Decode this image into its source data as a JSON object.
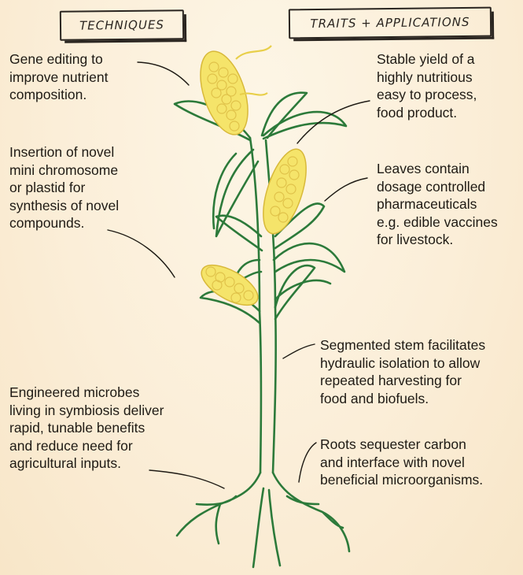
{
  "headers": {
    "techniques": "TECHNIQUES",
    "traits": "TRAITS + APPLICATIONS"
  },
  "annotations": {
    "gene_editing": "Gene editing to\nimprove nutrient\ncomposition.",
    "mini_chromosome": "Insertion of novel\nmini chromosome\nor plastid for\nsynthesis of novel\ncompounds.",
    "microbes": "Engineered microbes\nliving in symbiosis deliver\nrapid, tunable benefits\nand reduce need for\nagricultural inputs.",
    "stable_yield": "Stable yield of a\nhighly nutritious\neasy to process,\nfood product.",
    "leaves": "Leaves contain\ndosage controlled\npharmaceuticals\ne.g. edible vaccines\nfor livestock.",
    "stem": "Segmented stem facilitates\nhydraulic isolation to allow\nrepeated harvesting for\nfood and biofuels.",
    "roots": "Roots sequester carbon\nand interface with novel\nbeneficial microorganisms."
  },
  "colors": {
    "plant_outline": "#2c7a3a",
    "corn_fill": "#f5e46a",
    "corn_outline": "#d8b93a",
    "background": "#fbeed8",
    "ink": "#1e1a14"
  }
}
